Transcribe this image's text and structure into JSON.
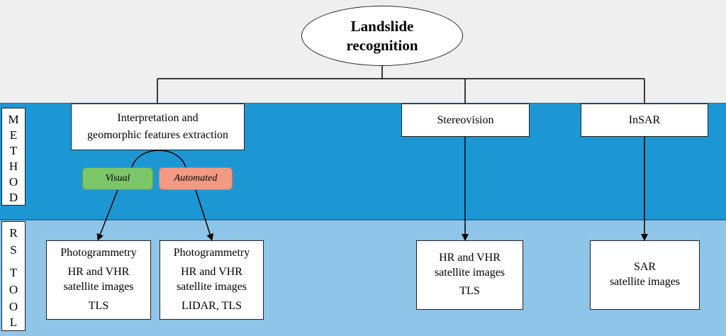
{
  "root": {
    "line1": "Landslide",
    "line2": "recognition"
  },
  "side_labels": {
    "method": [
      "M",
      "E",
      "T",
      "H",
      "O",
      "D"
    ],
    "tool": [
      "R",
      "S",
      "T",
      "O",
      "O",
      "L"
    ]
  },
  "methods": {
    "interpretation": {
      "line1": "Interpretation and",
      "line2": "geomorphic features extraction"
    },
    "stereovision": "Stereovision",
    "insar": "InSAR"
  },
  "modes": {
    "visual": "Visual",
    "automated": "Automated"
  },
  "tools": {
    "visual": [
      "Photogrammetry",
      "HR and VHR",
      "satellite images",
      "TLS"
    ],
    "automated": [
      "Photogrammetry",
      "HR and VHR",
      "satellite images",
      "LIDAR, TLS"
    ],
    "stereo": [
      "HR and VHR",
      "satellite images",
      "TLS"
    ],
    "sar": [
      "SAR",
      "satellite images"
    ]
  },
  "colors": {
    "band_top": "#efefef",
    "band_method": "#1d97d4",
    "band_tool": "#8fc5e9",
    "visual_pill": "#7cc66a",
    "automated_pill": "#f39a82"
  }
}
